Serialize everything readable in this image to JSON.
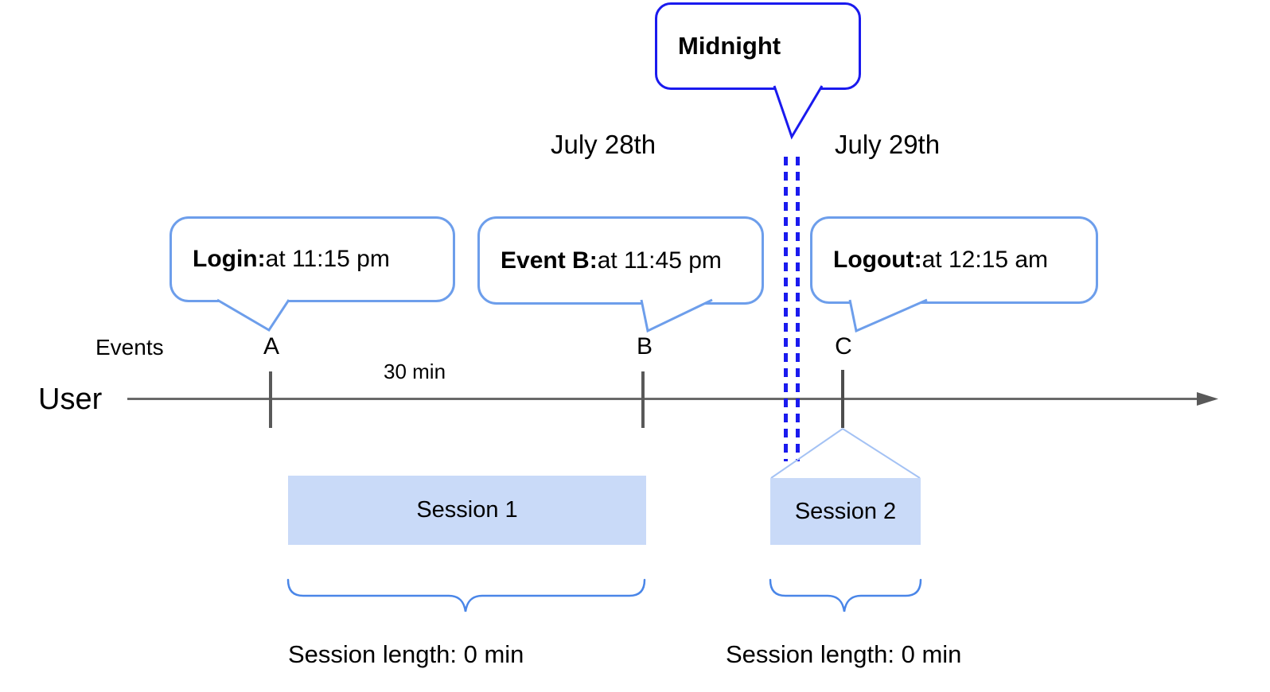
{
  "midnight_callout": {
    "label": "Midnight"
  },
  "date_labels": {
    "left": "July 28th",
    "right": "July 29th"
  },
  "axis": {
    "events_label": "Events",
    "user_label": "User",
    "interval_label": "30 min",
    "markers": [
      {
        "letter": "A"
      },
      {
        "letter": "B"
      },
      {
        "letter": "C"
      }
    ]
  },
  "callouts": {
    "login": {
      "prefix": "Login:",
      "detail": " at 11:15 pm"
    },
    "event_b": {
      "prefix": "Event B:",
      "detail": " at 11:45 pm"
    },
    "logout": {
      "prefix": "Logout:",
      "detail": " at 12:15 am"
    }
  },
  "sessions": [
    {
      "label": "Session 1",
      "length_label": "Session length: 0 min"
    },
    {
      "label": "Session 2",
      "length_label": "Session length: 0 min"
    }
  ],
  "colors": {
    "midnight_blue": "#1a1aee",
    "callout_border_blue": "#6d9eeb",
    "brace_blue": "#4a86e8",
    "connector_light_blue": "#a4c2f4",
    "session_fill": "#c9daf8",
    "axis_gray": "#696969",
    "tick_gray": "#595959"
  }
}
